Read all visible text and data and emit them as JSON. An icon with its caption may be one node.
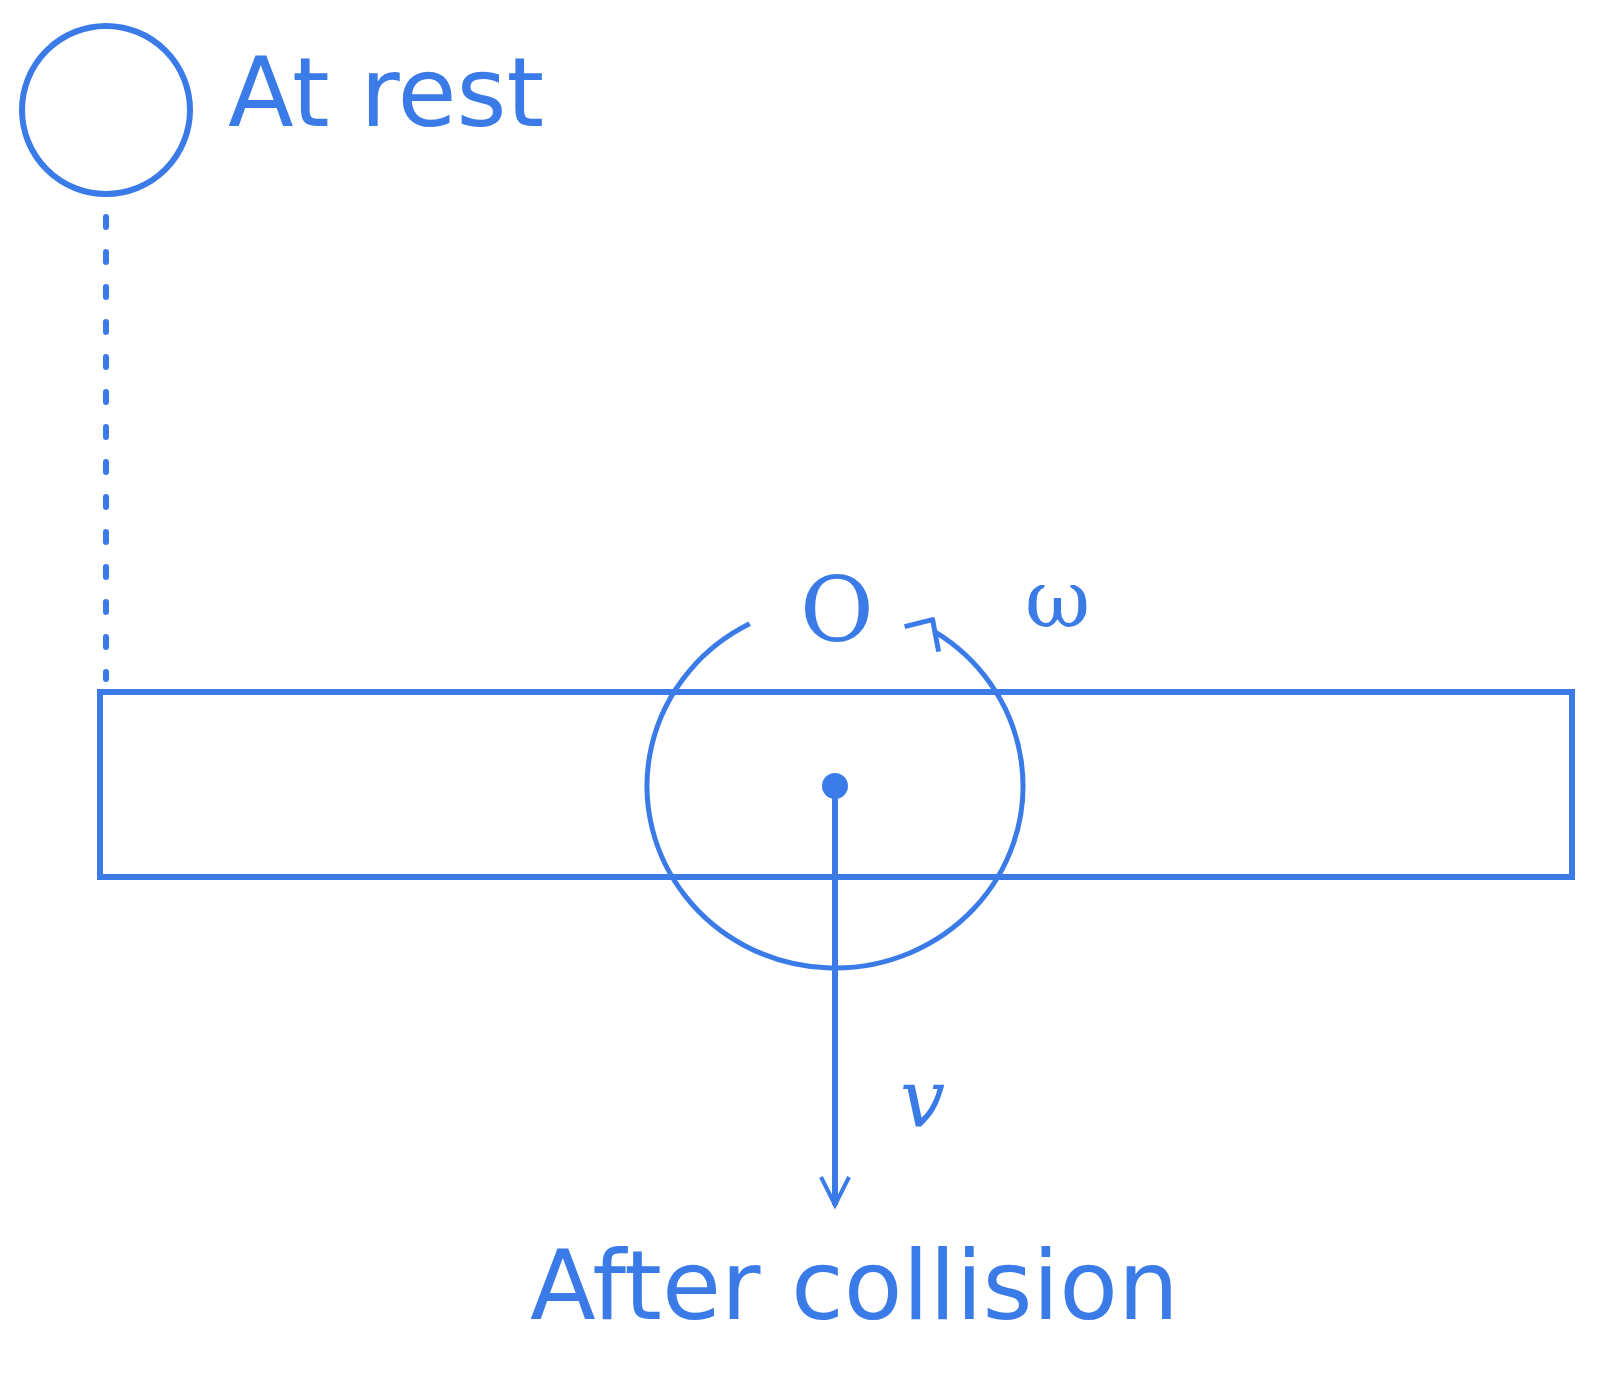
{
  "diagram": {
    "nodes": [
      {
        "text": [],
        "shape": "circle",
        "beside": [
          "At rest"
        ]
      },
      {
        "text": [],
        "shape": "bar"
      }
    ],
    "edges": [
      {
        "from": 0,
        "to": 1,
        "arrow": "none",
        "style": "dashed"
      }
    ],
    "labels": [
      "O",
      "ω",
      "v",
      "After collision"
    ]
  }
}
